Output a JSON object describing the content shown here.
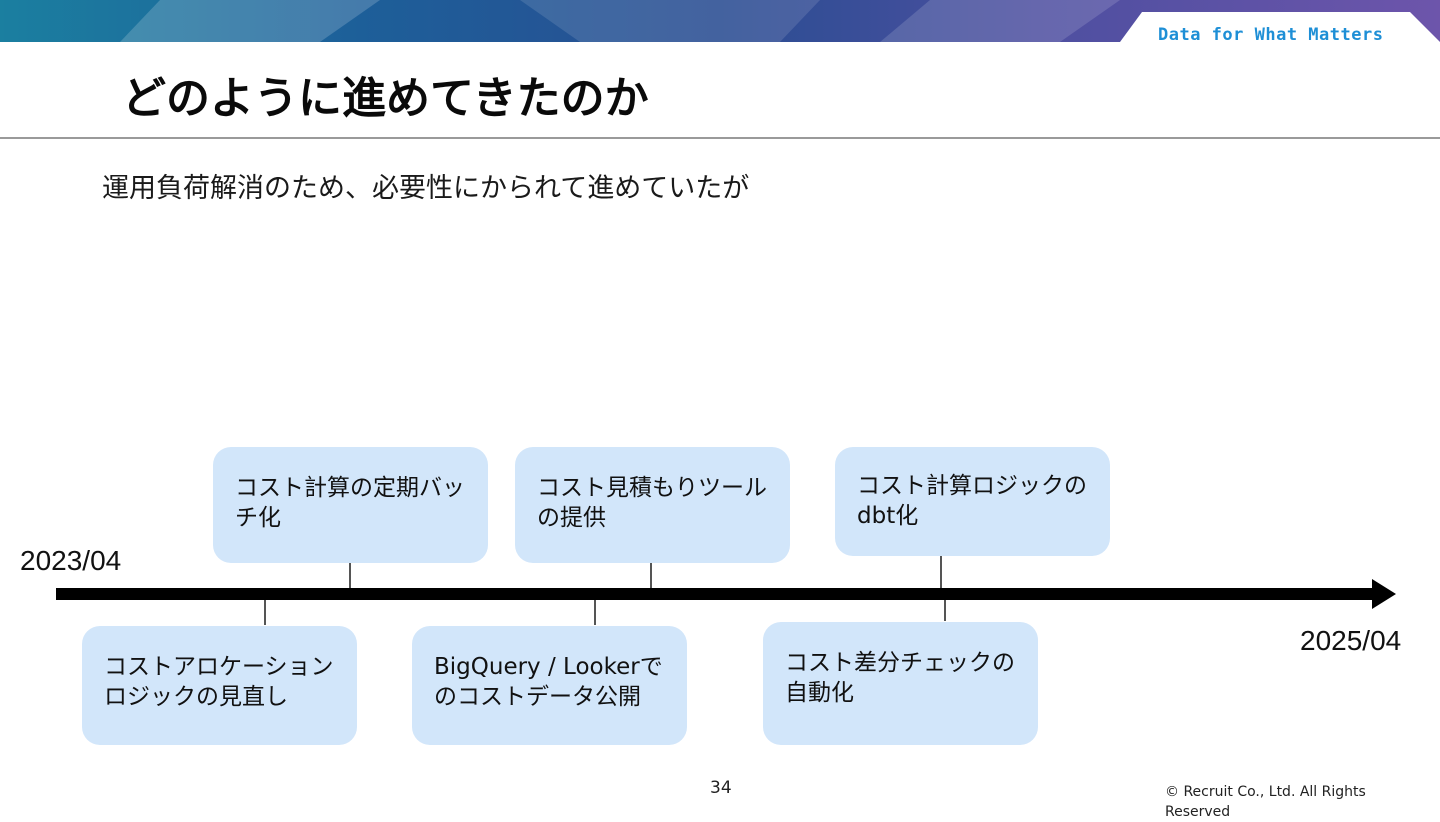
{
  "header": {
    "tagline": "Data for What Matters",
    "brand_color": "#1e8fd6"
  },
  "slide": {
    "title": "どのように進めてきたのか",
    "subtitle": "運用負荷解消のため、必要性にかられて進めていたが"
  },
  "timeline": {
    "start_label": "2023/04",
    "end_label": "2025/04",
    "above_events": [
      {
        "label": "コスト計算の定期バッチ化"
      },
      {
        "label": "コスト見積もりツールの提供"
      },
      {
        "label": "コスト計算ロジックのdbt化"
      }
    ],
    "below_events": [
      {
        "label": "コストアロケーションロジックの見直し"
      },
      {
        "label": "BigQuery / Lookerでのコストデータ公開"
      },
      {
        "label": "コスト差分チェックの自動化"
      }
    ],
    "box_color": "#d2e6fa"
  },
  "footer": {
    "page_number": "34",
    "copyright": "© Recruit Co., Ltd. All Rights Reserved"
  }
}
